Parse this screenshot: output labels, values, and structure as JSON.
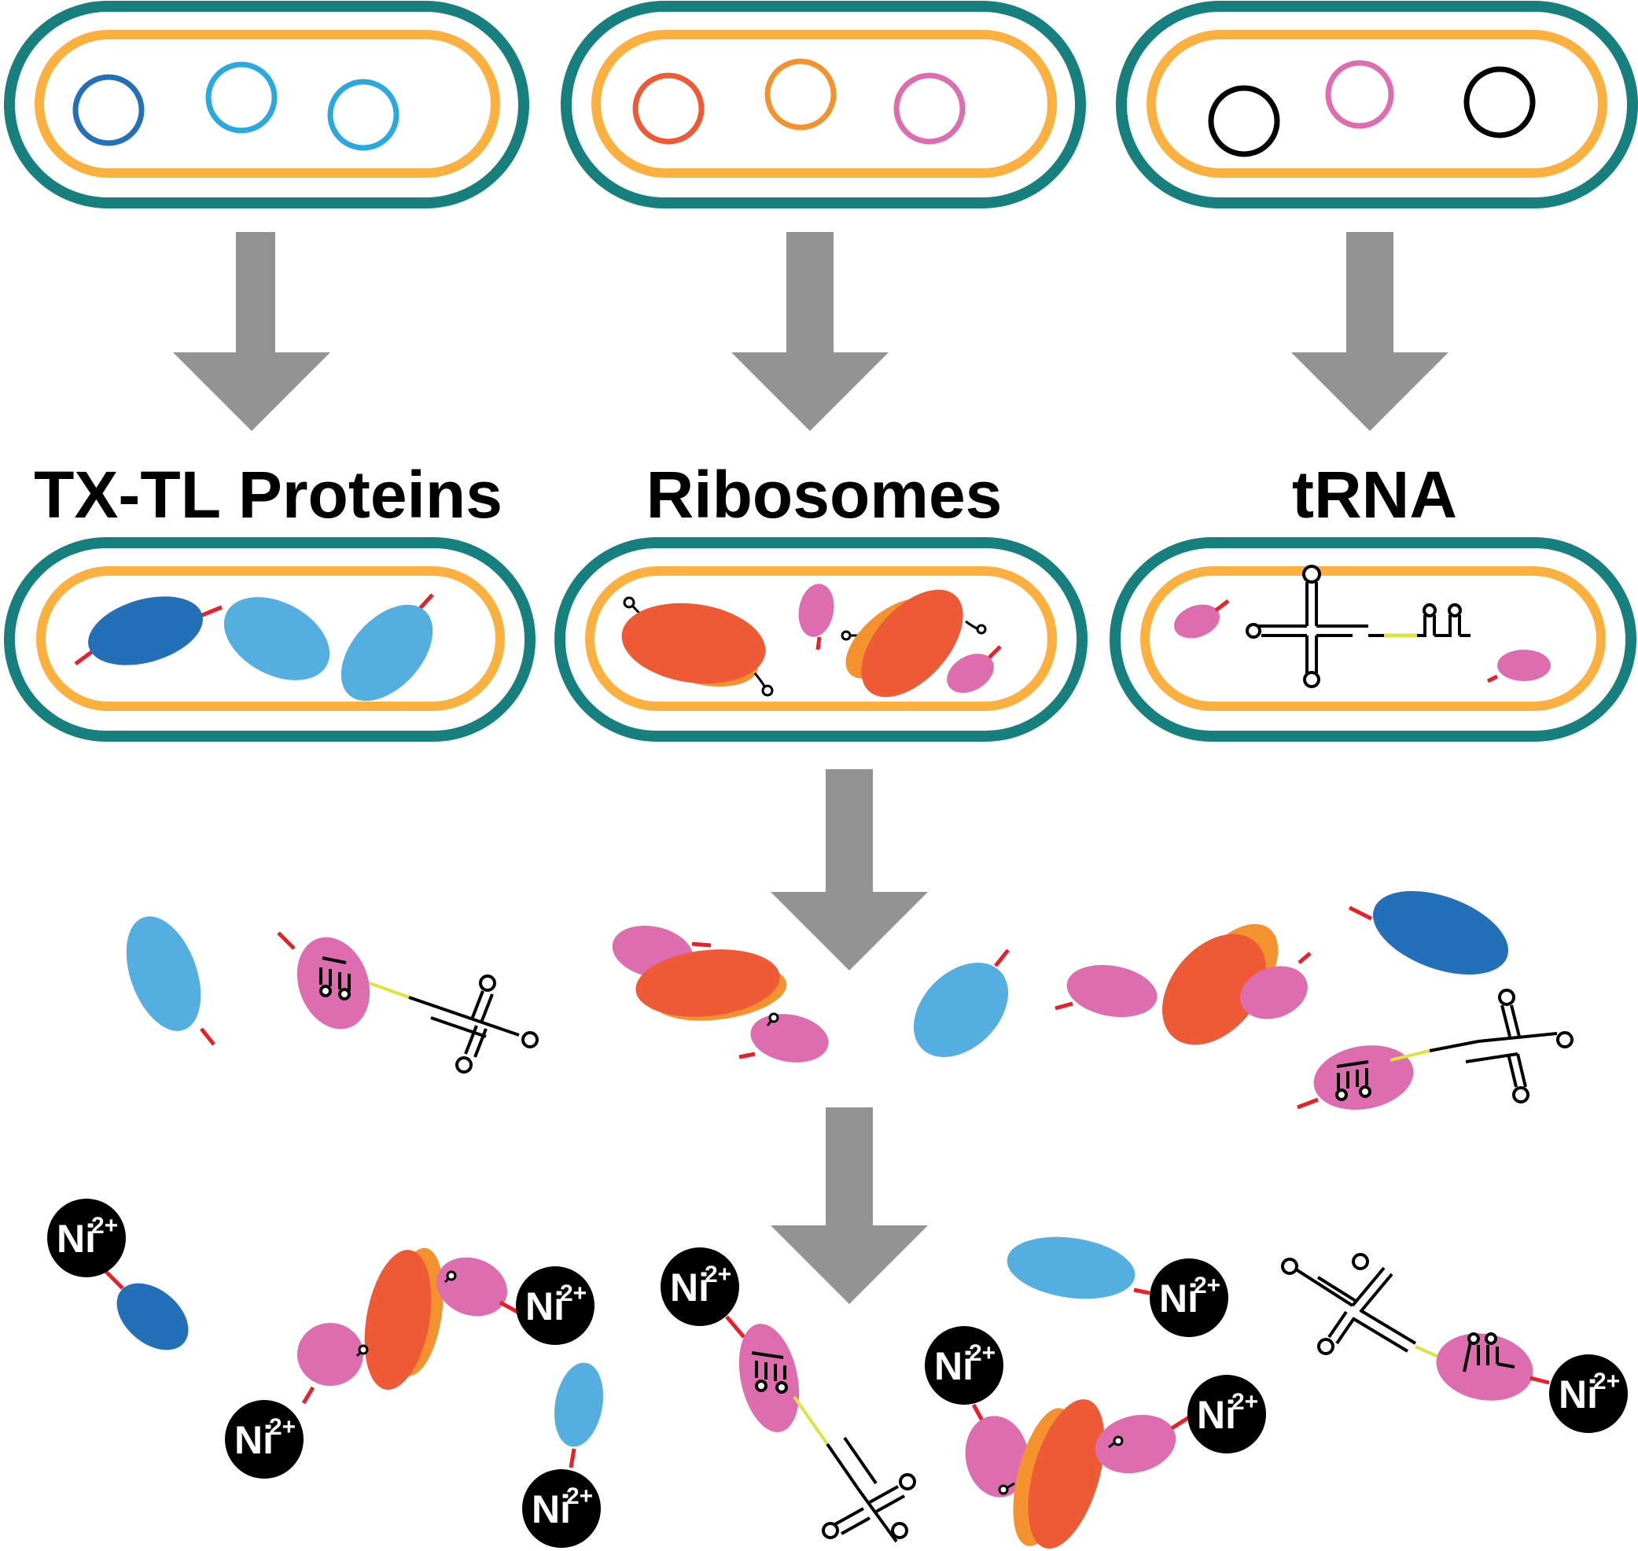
{
  "labels": {
    "proteins": "TX-TL Proteins",
    "ribosomes": "Ribosomes",
    "trna": "tRNA"
  },
  "nickel": {
    "symbol": "Ni",
    "charge": "2+"
  },
  "colors": {
    "outer_membrane": "#17807e",
    "inner_membrane": "#fbb040",
    "arrow": "#939393",
    "dark_blue": "#2370b8",
    "light_blue": "#55aee0",
    "sky_blue": "#29a9e0",
    "ribosome_large": "#ee5a35",
    "ribosome_small": "#f4922f",
    "pink": "#de6db0",
    "his_tag": "#e8202a",
    "linker": "#dfe43c",
    "ion": "#000000"
  }
}
